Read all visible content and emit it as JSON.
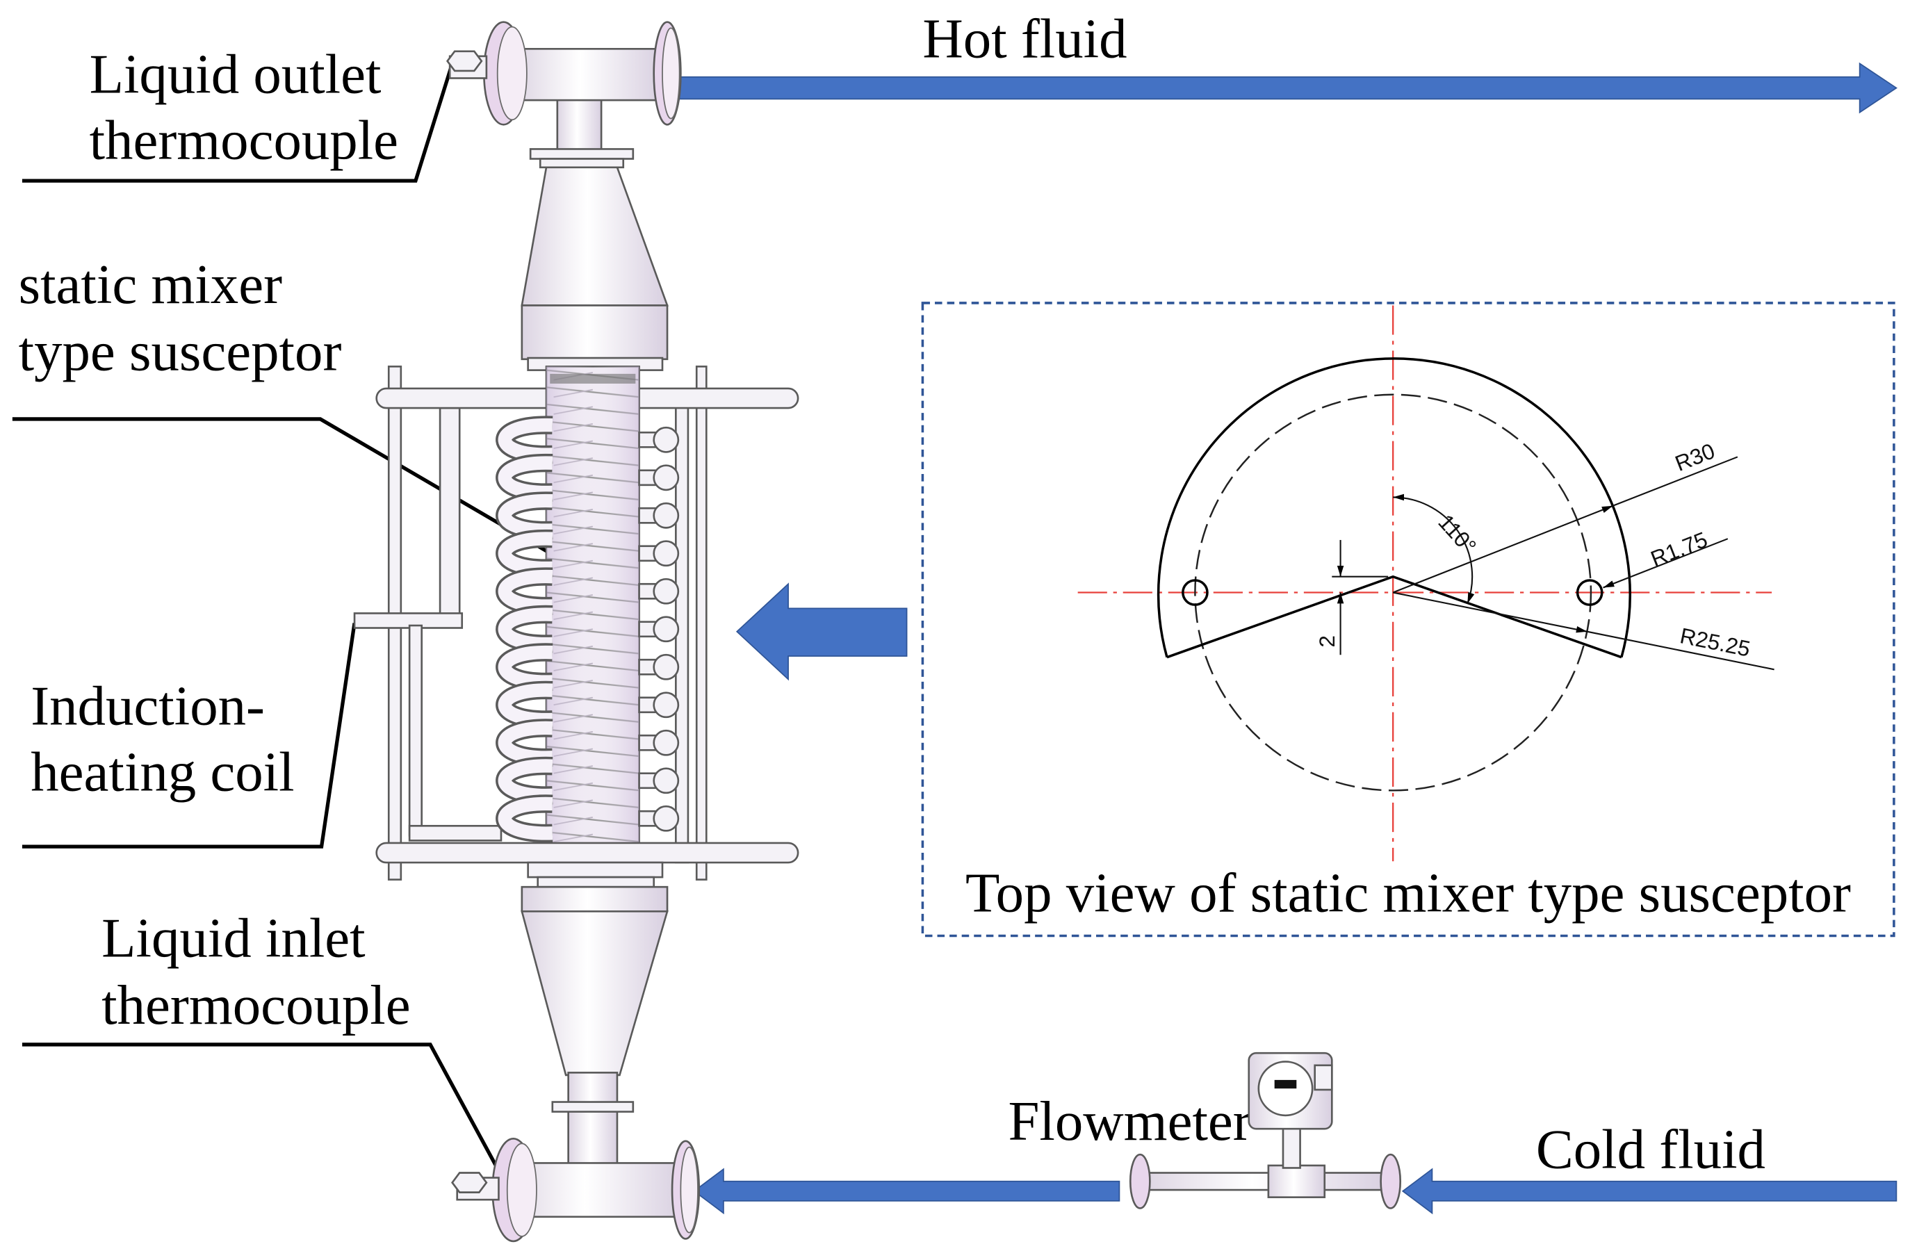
{
  "labels": {
    "liquid_outlet_thermocouple": [
      "Liquid outlet",
      "thermocouple"
    ],
    "hot_fluid": "Hot fluid",
    "static_mixer_susceptor": [
      "static mixer",
      "type susceptor"
    ],
    "induction_heating_coil": [
      "Induction-",
      "heating coil"
    ],
    "liquid_inlet_thermocouple": [
      "Liquid inlet",
      "thermocouple"
    ],
    "flowmeter": "Flowmeter",
    "cold_fluid": "Cold fluid"
  },
  "top_view": {
    "caption": "Top view of static mixer type susceptor",
    "dimensions": {
      "outer_radius": "R30",
      "hole_radius": "R1.75",
      "hole_circle_radius": "R25.25",
      "angle": "110°",
      "offset": "2"
    }
  },
  "colors": {
    "flow_arrow": "#4472C4",
    "center_line": "#E8403A",
    "inset_frame": "#2F5597",
    "flange": "#E8D6EC"
  }
}
